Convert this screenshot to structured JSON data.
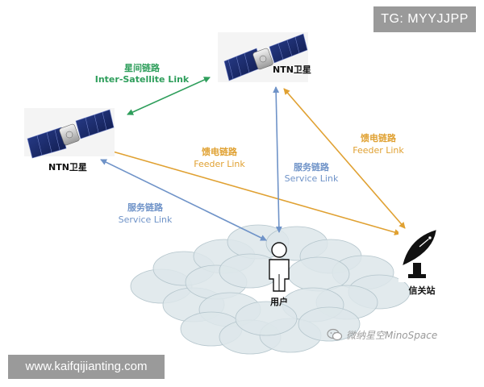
{
  "satellite_top": {
    "label": "NTN卫星"
  },
  "satellite_left": {
    "label": "NTN卫星"
  },
  "ground_station": {
    "label": "信关站"
  },
  "user": {
    "label": "用户"
  },
  "links": {
    "inter_satellite": {
      "zh": "星间链路",
      "en": "Inter-Satellite Link",
      "color": "#2e9e5b"
    },
    "feeder_left": {
      "zh": "馈电链路",
      "en": "Feeder Link",
      "color": "#e0a132"
    },
    "feeder_right": {
      "zh": "馈电链路",
      "en": "Feeder Link",
      "color": "#e0a132"
    },
    "service_left": {
      "zh": "服务链路",
      "en": "Service Link",
      "color": "#6f93c8"
    },
    "service_center": {
      "zh": "服务链路",
      "en": "Service Link",
      "color": "#6f93c8"
    }
  },
  "overlays": {
    "top_right_tag": "TG: MYYJJPP",
    "bottom_left_tag": "www.kaifqijianting.com",
    "watermark": "微纳星空MinoSpace"
  }
}
